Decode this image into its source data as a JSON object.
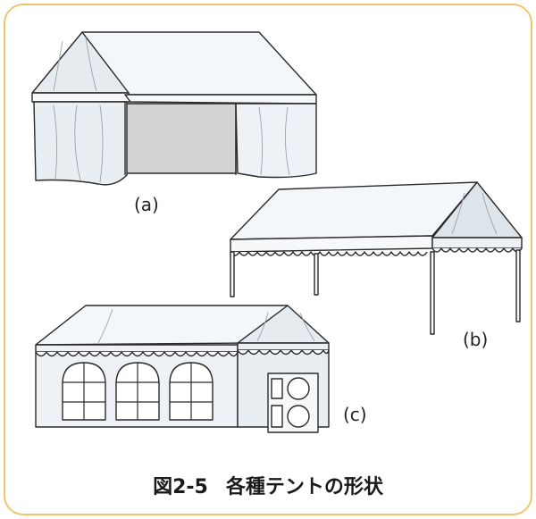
{
  "labels": {
    "a": "(a)",
    "b": "(b)",
    "c": "(c)"
  },
  "caption": {
    "figure_number": "図2-5",
    "title": "各種テントの形状"
  },
  "colors": {
    "frame_border": "#f2c46d",
    "tent_fill": "#eef2f6",
    "tent_shade": "#dde4ea",
    "interior": "#d3d3d3",
    "outline": "#2a2a2a"
  }
}
